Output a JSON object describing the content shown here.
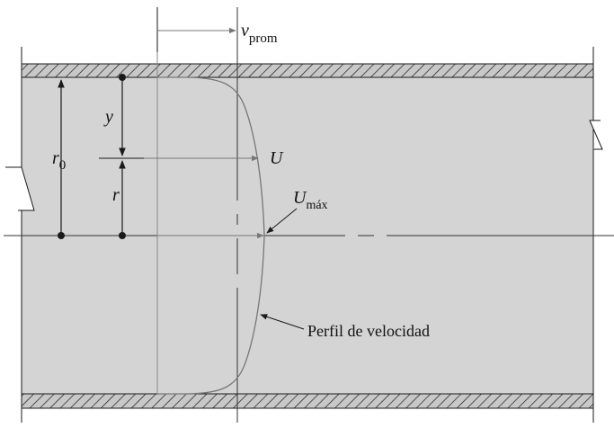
{
  "diagram": {
    "labels": {
      "v_avg_symbol": "v",
      "v_avg_subscript": "prom",
      "y": "y",
      "r0_symbol": "r",
      "r0_subscript": "0",
      "r": "r",
      "U": "U",
      "Umax_symbol": "U",
      "Umax_subscript": "máx",
      "profile": "Perfil de velocidad"
    },
    "colors": {
      "pipe_fill": "#d4d4d4",
      "wall_fill": "#c8c8c8",
      "ink": "#1a1a1a",
      "profile_line": "#777777"
    }
  }
}
